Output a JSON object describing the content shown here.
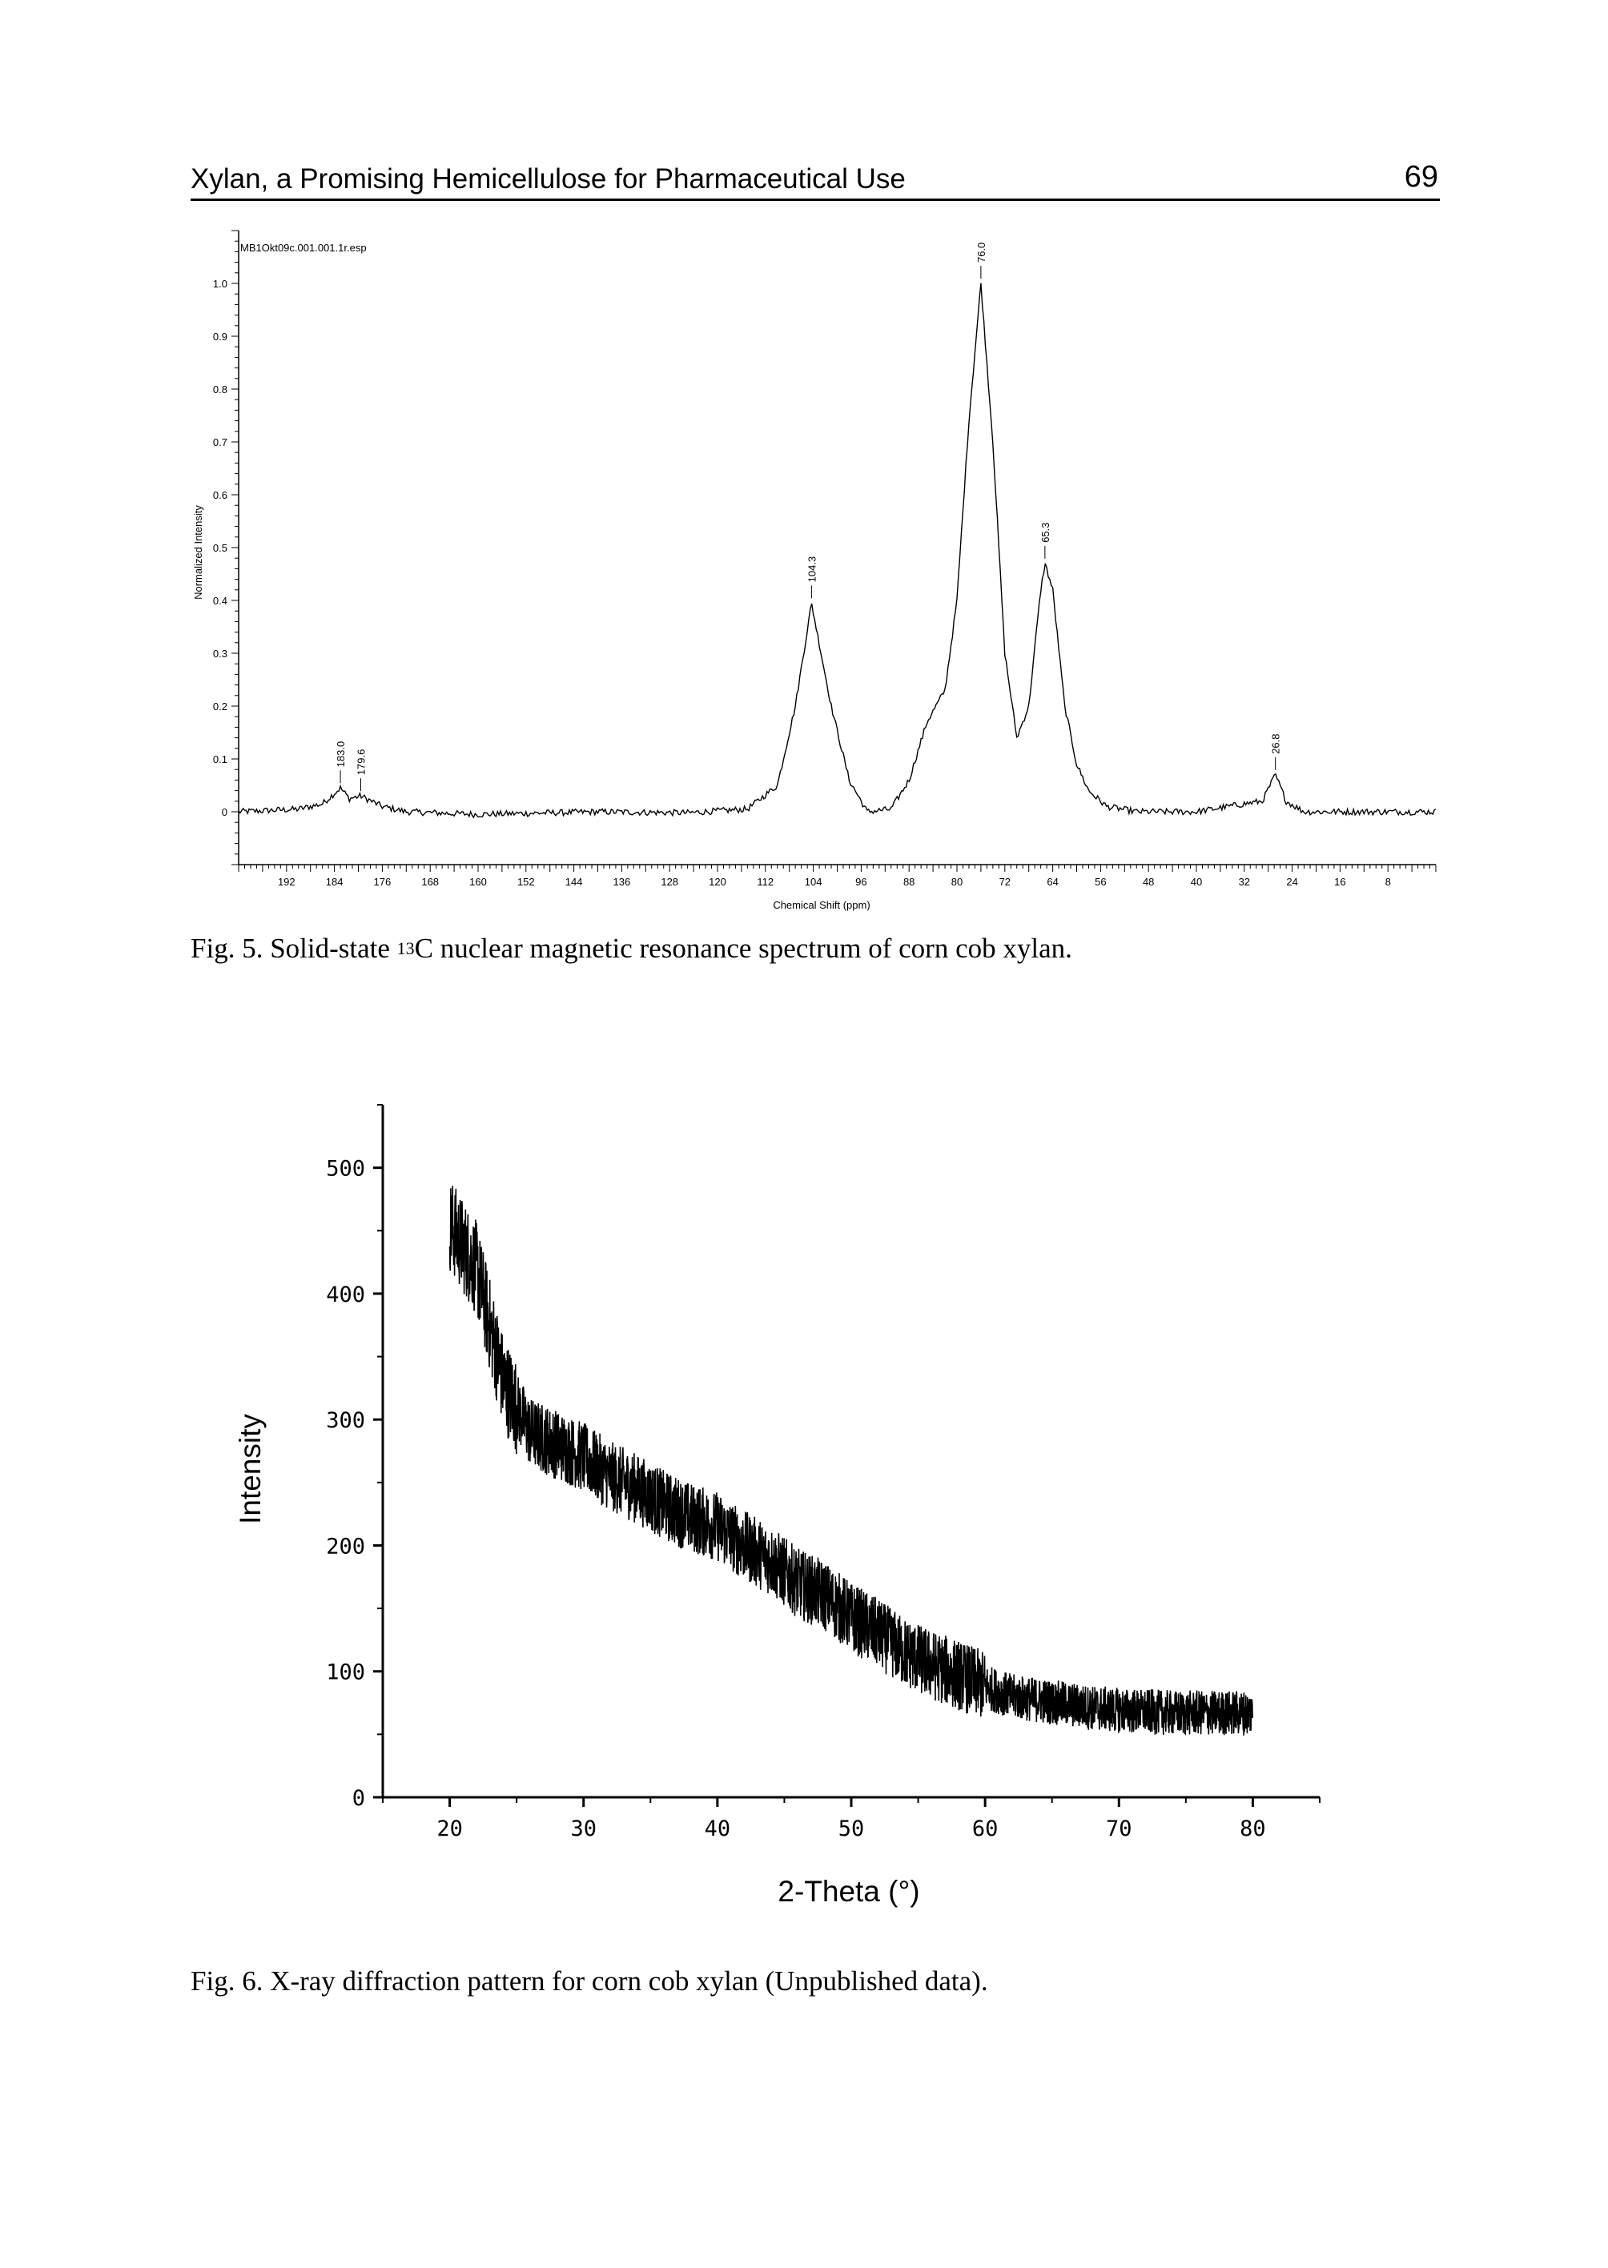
{
  "header": {
    "title": "Xylan, a Promising Hemicellulose for Pharmaceutical Use",
    "page_number": "69"
  },
  "captions": {
    "fig5_prefix": "Fig. 5. Solid-state ",
    "fig5_sup": "13",
    "fig5_suffix": "C nuclear magnetic resonance spectrum of corn cob xylan.",
    "fig6": "Fig. 6. X-ray diffraction pattern for corn cob xylan (Unpublished data)."
  },
  "chart_data": [
    {
      "type": "line",
      "title": "MB1Okt09c.001.001.1r.esp",
      "xlabel": "Chemical Shift (ppm)",
      "ylabel": "Normalized Intensity",
      "xlim": [
        200,
        0
      ],
      "ylim": [
        -0.1,
        1.1
      ],
      "x_ticks": [
        192,
        184,
        176,
        168,
        160,
        152,
        144,
        136,
        128,
        120,
        112,
        104,
        96,
        88,
        80,
        72,
        64,
        56,
        48,
        40,
        32,
        24,
        16,
        8
      ],
      "y_ticks": [
        {
          "value": 0,
          "label": "0"
        },
        {
          "value": 0.1,
          "label": "0.1"
        },
        {
          "value": 0.2,
          "label": "0.2"
        },
        {
          "value": 0.3,
          "label": "0.3"
        },
        {
          "value": 0.4,
          "label": "0.4"
        },
        {
          "value": 0.5,
          "label": "0.5"
        },
        {
          "value": 0.6,
          "label": "0.6"
        },
        {
          "value": 0.7,
          "label": "0.7"
        },
        {
          "value": 0.8,
          "label": "0.8"
        },
        {
          "value": 0.9,
          "label": "0.9"
        },
        {
          "value": 1.0,
          "label": "1.0"
        }
      ],
      "peak_labels": [
        {
          "x": 183.0,
          "y": 0.045,
          "label": "183.0"
        },
        {
          "x": 179.6,
          "y": 0.03,
          "label": "179.6"
        },
        {
          "x": 104.3,
          "y": 0.395,
          "label": "104.3"
        },
        {
          "x": 76.0,
          "y": 1.0,
          "label": "76.0"
        },
        {
          "x": 65.3,
          "y": 0.47,
          "label": "65.3"
        },
        {
          "x": 26.8,
          "y": 0.07,
          "label": "26.8"
        }
      ],
      "series": [
        {
          "x": [
            200,
            190,
            186,
            183.0,
            181.5,
            179.6,
            176,
            172,
            160,
            140,
            125,
            115,
            110,
            107,
            104.3,
            101,
            98,
            95,
            91,
            88,
            85,
            82,
            80,
            78,
            76.0,
            74,
            72,
            70,
            68,
            66,
            65.3,
            64,
            62,
            60,
            58,
            55,
            50,
            40,
            32,
            29,
            26.8,
            25,
            22,
            10,
            0
          ],
          "y": [
            0.0,
            0.005,
            0.015,
            0.045,
            0.025,
            0.03,
            0.01,
            0.0,
            -0.005,
            0.0,
            -0.002,
            0.005,
            0.05,
            0.2,
            0.395,
            0.2,
            0.06,
            0.0,
            0.005,
            0.06,
            0.17,
            0.23,
            0.4,
            0.74,
            1.0,
            0.7,
            0.3,
            0.14,
            0.2,
            0.42,
            0.47,
            0.42,
            0.2,
            0.09,
            0.04,
            0.01,
            0.0,
            0.0,
            0.015,
            0.02,
            0.07,
            0.02,
            0.0,
            0.0,
            0.0
          ]
        }
      ]
    },
    {
      "type": "line",
      "title": "",
      "xlabel": "2-Theta (°)",
      "ylabel": "Intensity",
      "xlim": [
        15,
        85
      ],
      "ylim": [
        0,
        550
      ],
      "x_ticks": [
        20,
        30,
        40,
        50,
        60,
        70,
        80
      ],
      "y_ticks": [
        0,
        100,
        200,
        300,
        400,
        500
      ],
      "series": [
        {
          "x": [
            20,
            22,
            24,
            26,
            28,
            30,
            32,
            34,
            36,
            38,
            40,
            42,
            44,
            46,
            48,
            50,
            52,
            54,
            56,
            58,
            60,
            62,
            64,
            66,
            68,
            70,
            72,
            74,
            76,
            78,
            80
          ],
          "y": [
            455,
            420,
            330,
            290,
            280,
            270,
            255,
            245,
            232,
            222,
            215,
            200,
            188,
            170,
            160,
            143,
            130,
            115,
            105,
            97,
            88,
            80,
            77,
            74,
            71,
            69,
            68,
            67,
            67,
            67,
            67
          ]
        }
      ]
    }
  ]
}
